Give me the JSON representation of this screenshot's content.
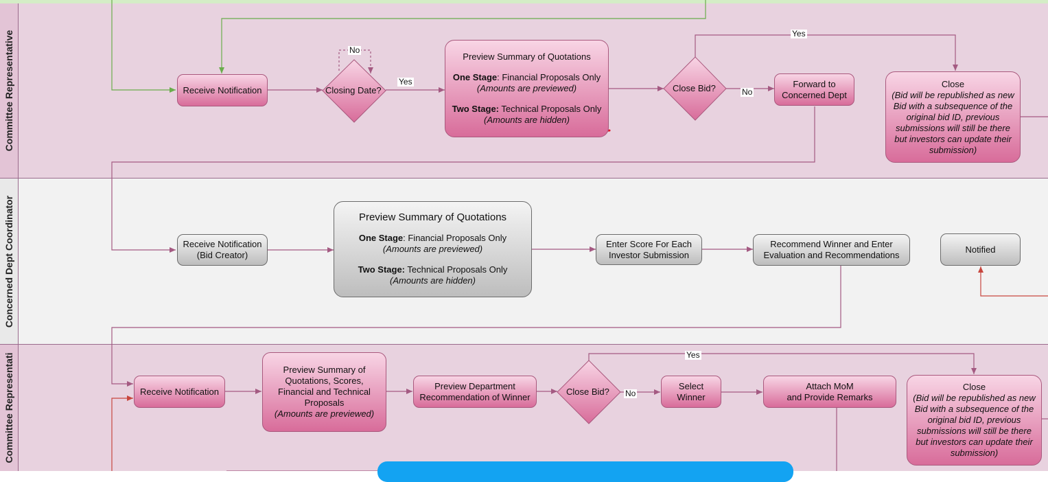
{
  "lanes": {
    "committee_rep_top": "Committee Representative",
    "dept_coordinator": "Concerned Dept Coordinator",
    "committee_rep_bottom": "Committee Representati"
  },
  "lane1": {
    "receive_notification": "Receive Notification",
    "closing_date": "Closing Date?",
    "preview": {
      "title": "Preview Summary of Quotations",
      "one_stage_label": "One Stage",
      "one_stage_text": ": Financial Proposals Only",
      "one_stage_note": "(Amounts are previewed)",
      "two_stage_label": "Two Stage:",
      "two_stage_text": " Technical Proposals Only",
      "two_stage_note": "(Amounts are hidden)"
    },
    "close_bid": "Close Bid?",
    "forward": [
      "Forward to",
      "Concerned Dept"
    ],
    "close_title": "Close",
    "close_note": "(Bid will be republished as new Bid with a subsequence of the original bid ID, previous submissions will still be there but investors can update their submission)"
  },
  "lane2": {
    "receive_notification": [
      "Receive Notification",
      "(Bid Creator)"
    ],
    "preview": {
      "title": "Preview Summary of Quotations",
      "one_stage_label": "One Stage",
      "one_stage_text": ": Financial Proposals Only",
      "one_stage_note": "(Amounts are previewed)",
      "two_stage_label": "Two Stage:",
      "two_stage_text": " Technical Proposals Only",
      "two_stage_note": "(Amounts are hidden)"
    },
    "enter_score": [
      "Enter Score For Each",
      "Investor Submission"
    ],
    "recommend": [
      "Recommend Winner and Enter",
      "Evaluation and Recommendations"
    ],
    "notified": "Notified"
  },
  "lane3": {
    "receive_notification": "Receive Notification",
    "preview_scores": [
      "Preview Summary of",
      "Quotations, Scores,",
      "Financial and Technical",
      "Proposals"
    ],
    "preview_scores_note": "(Amounts are previewed)",
    "preview_dept": [
      "Preview Department",
      "Recommendation of Winner"
    ],
    "close_bid": "Close Bid?",
    "select_winner": "Select Winner",
    "attach_mom": [
      "Attach MoM",
      "and Provide Remarks"
    ],
    "close_title": "Close",
    "close_note": "(Bid will be republished as new Bid with a subsequence of the original bid ID, previous submissions will still be there but investors can update their submission)"
  },
  "edge_labels": {
    "no_loop": "No",
    "yes1": "Yes",
    "yes_top": "Yes",
    "no1": "No",
    "yes_bottom": "Yes",
    "no2": "No"
  },
  "colors": {
    "pink_lane": "#e8d2df",
    "gray_lane": "#f2f2f2",
    "lane_border": "#9a6a8c",
    "green_strip": "#d4edc6",
    "flow_pink": "#a45a82",
    "flow_green": "#6aad4c",
    "flow_red": "#c8463e",
    "highlight_red": "#e0182a",
    "banner_blue": "#13a3f2"
  }
}
